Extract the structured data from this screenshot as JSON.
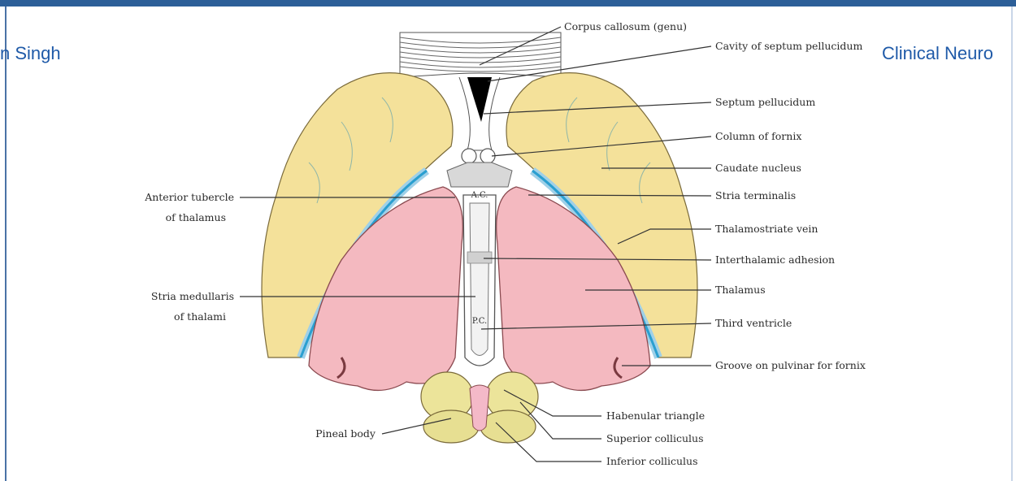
{
  "header": {
    "left_text": "n Singh",
    "right_text": "Clinical Neuro"
  },
  "diagram": {
    "labels_right": [
      {
        "id": "corpus-callosum-genu",
        "text": "Corpus callosum (genu)"
      },
      {
        "id": "cavity-septum",
        "text": "Cavity of septum pellucidum"
      },
      {
        "id": "septum",
        "text": "Septum pellucidum"
      },
      {
        "id": "column-fornix",
        "text": "Column of fornix"
      },
      {
        "id": "caudate",
        "text": "Caudate nucleus"
      },
      {
        "id": "stria-terminalis",
        "text": "Stria terminalis"
      },
      {
        "id": "thalamostriate",
        "text": "Thalamostriate vein"
      },
      {
        "id": "interthalamic",
        "text": "Interthalamic adhesion"
      },
      {
        "id": "thalamus",
        "text": "Thalamus"
      },
      {
        "id": "third-ventricle",
        "text": "Third ventricle"
      },
      {
        "id": "groove-pulvinar",
        "text": "Groove on pulvinar for fornix"
      }
    ],
    "labels_left": [
      {
        "id": "anterior-tubercle",
        "line1": "Anterior tubercle",
        "line2": "of thalamus"
      },
      {
        "id": "stria-medullaris",
        "line1": "Stria medullaris",
        "line2": "of thalami"
      },
      {
        "id": "pineal",
        "text": "Pineal body"
      }
    ],
    "labels_bottom": [
      {
        "id": "habenular",
        "text": "Habenular triangle"
      },
      {
        "id": "superior-colliculus",
        "text": "Superior colliculus"
      },
      {
        "id": "inferior-colliculus",
        "text": "Inferior colliculus"
      }
    ],
    "inner_labels": {
      "ac": "A.C.",
      "pc": "P.C."
    }
  }
}
